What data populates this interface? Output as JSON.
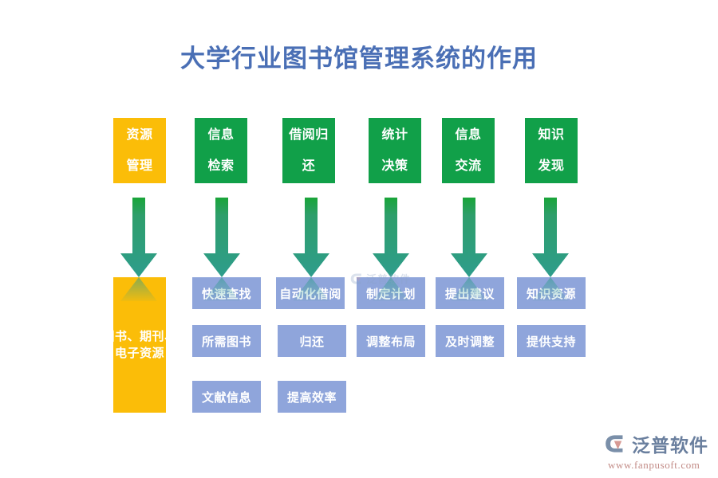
{
  "title": "大学行业图书馆管理系统的作用",
  "colors": {
    "title": "#4a6fb5",
    "green": "#11a049",
    "orange": "#fbbd08",
    "blue": "#8fa5db",
    "arrow_top": "#16a34a",
    "arrow_bottom": "#2a9d8f",
    "background": "#ffffff"
  },
  "columns": [
    {
      "top_label_line1": "资源",
      "top_label_line2": "管理",
      "top_color": "orange",
      "details": [
        "图书、期刊、",
        "电子资源"
      ],
      "detail_style": "orange-tall"
    },
    {
      "top_label_line1": "信息",
      "top_label_line2": "检索",
      "top_color": "green",
      "details": [
        "快速查找",
        "所需图书",
        "文献信息"
      ],
      "detail_style": "blue"
    },
    {
      "top_label_line1": "借阅归",
      "top_label_line2": "还",
      "top_color": "green",
      "details": [
        "自动化借阅",
        "归还",
        "提高效率"
      ],
      "detail_style": "blue"
    },
    {
      "top_label_line1": "统计",
      "top_label_line2": "决策",
      "top_color": "green",
      "details": [
        "制定计划",
        "调整布局"
      ],
      "detail_style": "blue"
    },
    {
      "top_label_line1": "信息",
      "top_label_line2": "交流",
      "top_color": "green",
      "details": [
        "提出建议",
        "及时调整"
      ],
      "detail_style": "blue"
    },
    {
      "top_label_line1": "知识",
      "top_label_line2": "发现",
      "top_color": "green",
      "details": [
        "知识资源",
        "提供支持"
      ],
      "detail_style": "blue"
    }
  ],
  "watermark": {
    "faint_text": "泛普软件"
  },
  "logo": {
    "brand": "泛普软件",
    "url": "www.fanpusoft.com"
  }
}
